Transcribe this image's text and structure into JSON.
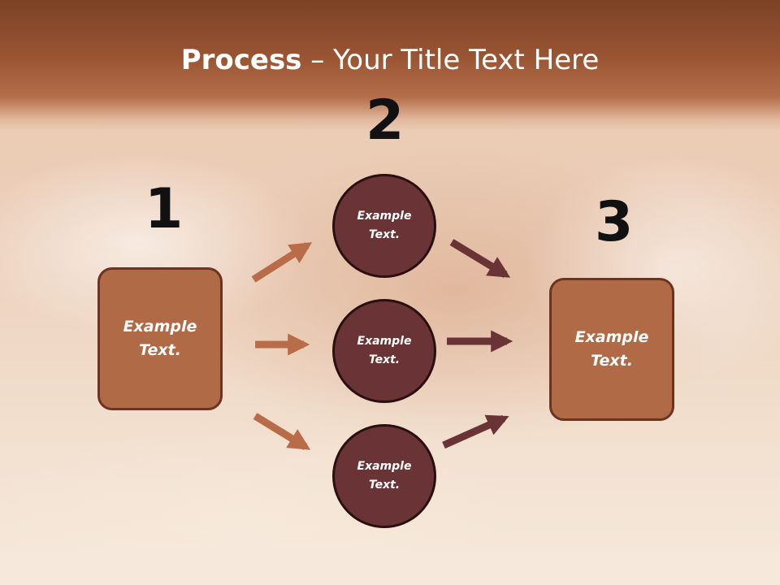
{
  "title": {
    "bold": "Process",
    "rest": " – Your Title Text Here"
  },
  "numbers": [
    "1",
    "2",
    "3"
  ],
  "left_box": {
    "label": "Example\nText."
  },
  "right_box": {
    "label": "Example\nText."
  },
  "circles": [
    {
      "label": "Example\nText."
    },
    {
      "label": "Example\nText."
    },
    {
      "label": "Example\nText."
    }
  ],
  "colors": {
    "box_fill": "#b06a45",
    "circle_fill": "#6a3335",
    "arrow_in": "#b86c47",
    "arrow_out": "#6a3335"
  }
}
